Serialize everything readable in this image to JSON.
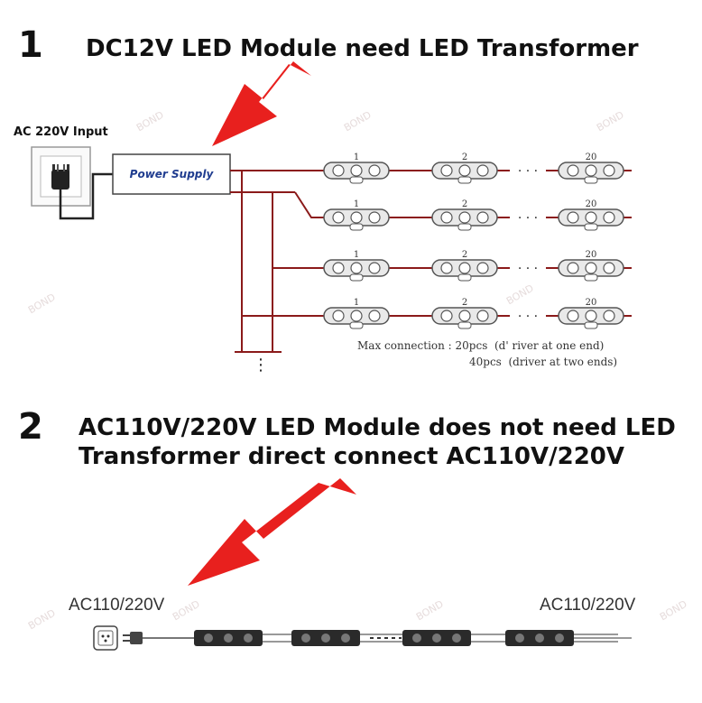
{
  "section1": {
    "number": "1",
    "title": "DC12V LED Module need LED Transformer",
    "input_label": "AC 220V Input",
    "power_supply_label": "Power Supply",
    "module_labels": [
      "1",
      "2",
      "20"
    ],
    "ellipsis": "· · ·",
    "vertical_ellipsis": "⋮",
    "note_line1": "Max connection : 20pcs  (d' river at one end)",
    "note_line2": "40pcs  (driver at two ends)"
  },
  "section2": {
    "number": "2",
    "title_line1": "AC110V/220V LED Module does not need LED",
    "title_line2": "Transformer direct connect AC110V/220V",
    "left_label": "AC110/220V",
    "right_label": "AC110/220V"
  },
  "watermark": "BOND",
  "colors": {
    "arrow": "#e8201e",
    "wire": "#8b1a1a",
    "module_fill": "#e9e9e9",
    "power_supply_text": "#1f3c8f"
  },
  "icons": {
    "socket": "wall-socket-icon",
    "plug": "plug-icon",
    "arrow": "red-arrow-icon"
  }
}
